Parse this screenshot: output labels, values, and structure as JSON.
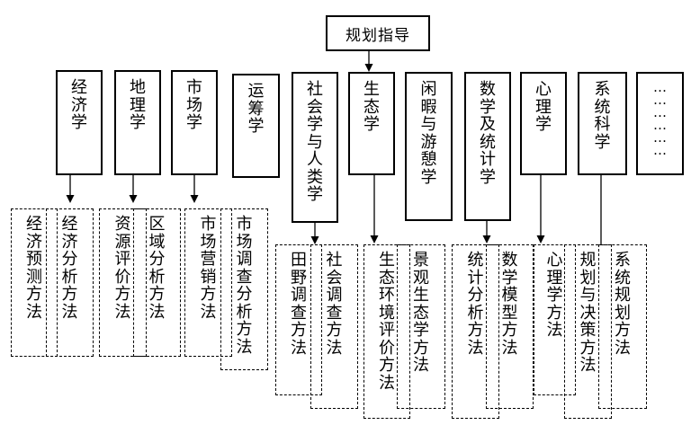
{
  "root": {
    "label": "规划指导"
  },
  "disciplines": [
    {
      "label": "经济学"
    },
    {
      "label": "地理学"
    },
    {
      "label": "市场学"
    },
    {
      "label": "运筹学"
    },
    {
      "label": "社会学与人类学"
    },
    {
      "label": "生态学"
    },
    {
      "label": "闲暇与游憩学"
    },
    {
      "label": "数学及统计学"
    },
    {
      "label": "心理学"
    },
    {
      "label": "系统科学"
    },
    {
      "label": "………………"
    }
  ],
  "methods": [
    {
      "label": "经济预测方法"
    },
    {
      "label": "经济分析方法"
    },
    {
      "label": "资源评价方法"
    },
    {
      "label": "区域分析方法"
    },
    {
      "label": "市场营销方法"
    },
    {
      "label": "市场调查分析方法"
    },
    {
      "label": "田野调查方法"
    },
    {
      "label": "社会调查方法"
    },
    {
      "label": "生态环境评价方法"
    },
    {
      "label": "景观生态学方法"
    },
    {
      "label": "统计分析方法"
    },
    {
      "label": "数学模型方法"
    },
    {
      "label": "心理学方法"
    },
    {
      "label": "规划与决策方法"
    },
    {
      "label": "系统规划方法"
    }
  ],
  "colors": {
    "line": "#000000",
    "background": "#ffffff"
  }
}
